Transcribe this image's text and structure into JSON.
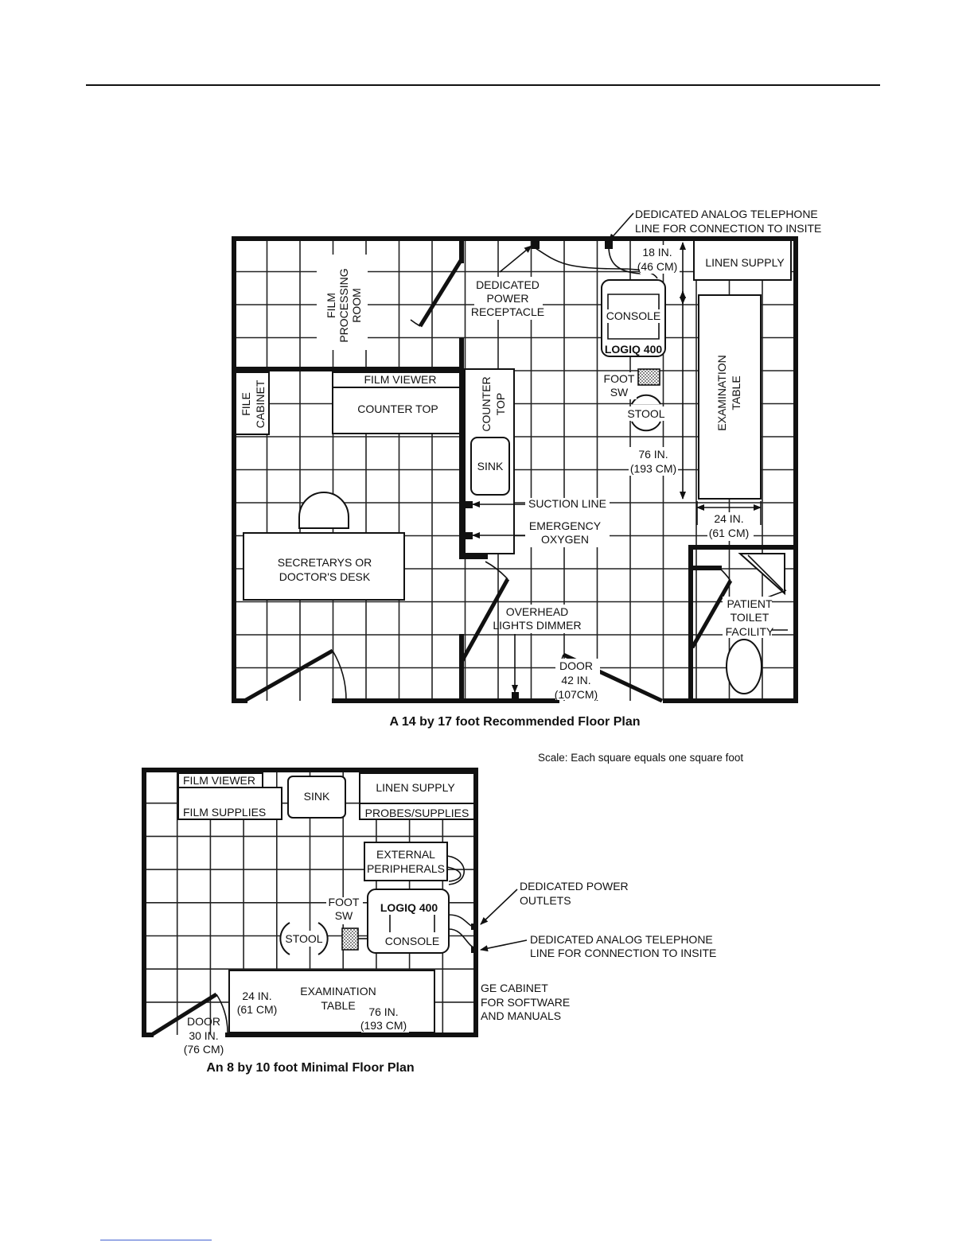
{
  "plan_large": {
    "caption": "A 14 by 17 foot Recommended Floor Plan",
    "scale_note": "Scale: Each square equals one square foot",
    "telephone_callout": [
      "DEDICATED ANALOG TELEPHONE",
      "LINE FOR CONNECTION TO INSITE"
    ],
    "power_callout": [
      "DEDICATED",
      "POWER",
      "RECEPTACLE"
    ],
    "film_processing": [
      "FILM",
      "PROCESSING",
      "ROOM"
    ],
    "dim_18": [
      "18 IN.",
      "(46 CM)"
    ],
    "linen_supply": "LINEN SUPPLY",
    "console": "CONSOLE",
    "logiq": "LOGIQ 400",
    "examination_table": [
      "EXAMINATION",
      "TABLE"
    ],
    "file_cabinet": [
      "FILE",
      "CABINET"
    ],
    "film_viewer": "FILM VIEWER",
    "counter_top": "COUNTER TOP",
    "counter_top_vertical": [
      "COUNTER",
      "TOP"
    ],
    "foot_sw": [
      "FOOT",
      "SW"
    ],
    "stool": "STOOL",
    "sink": "SINK",
    "dim_76": [
      "76 IN.",
      "(193 CM)"
    ],
    "suction_line": "SUCTION LINE",
    "emergency_oxygen": [
      "EMERGENCY",
      "OXYGEN"
    ],
    "dim_24": [
      "24 IN.",
      "(61 CM)"
    ],
    "desk": [
      "SECRETARYS OR",
      "DOCTOR'S DESK"
    ],
    "overhead_lights": [
      "OVERHEAD",
      "LIGHTS DIMMER"
    ],
    "patient_toilet": [
      "PATIENT",
      "TOILET",
      "FACILITY"
    ],
    "door": [
      "DOOR",
      "42 IN.",
      "(107CM)"
    ]
  },
  "plan_small": {
    "caption": "An 8 by 10 foot Minimal Floor Plan",
    "film_viewer": "FILM VIEWER",
    "film_supplies": "FILM SUPPLIES",
    "sink": "SINK",
    "linen_supply": "LINEN SUPPLY",
    "probes_supplies": "PROBES/SUPPLIES",
    "external_peripherals": [
      "EXTERNAL",
      "PERIPHERALS"
    ],
    "power_outlets": [
      "DEDICATED POWER",
      "OUTLETS"
    ],
    "foot_sw": [
      "FOOT",
      "SW"
    ],
    "logiq": "LOGIQ 400",
    "console": "CONSOLE",
    "stool": "STOOL",
    "telephone_callout": [
      "DEDICATED ANALOG TELEPHONE",
      "LINE FOR CONNECTION TO INSITE"
    ],
    "dim_24": [
      "24 IN.",
      "(61 CM)"
    ],
    "examination_table": [
      "EXAMINATION",
      "TABLE"
    ],
    "dim_76": [
      "76 IN.",
      "(193 CM)"
    ],
    "ge_cabinet": [
      "GE CABINET",
      "FOR SOFTWARE",
      "AND MANUALS"
    ],
    "door": [
      "DOOR",
      "30 IN.",
      "(76 CM)"
    ]
  }
}
